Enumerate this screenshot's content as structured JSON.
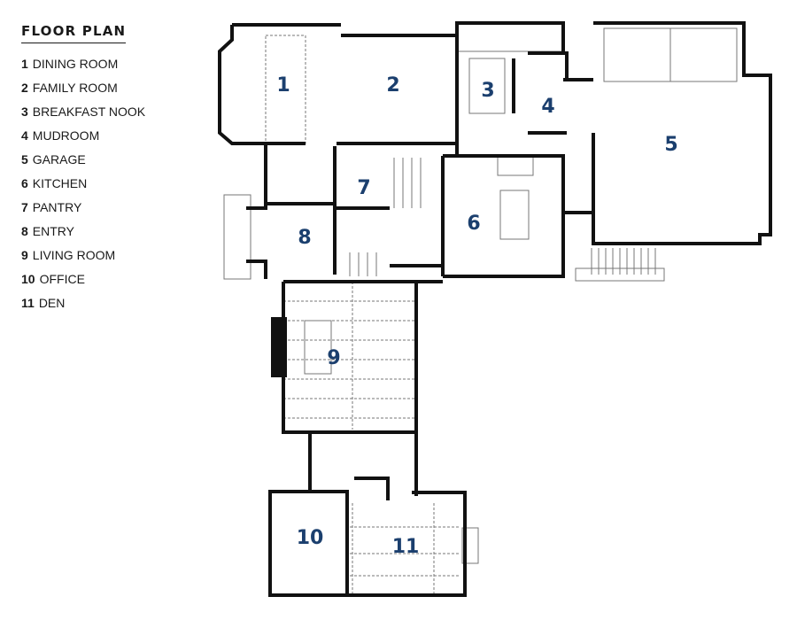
{
  "legend": {
    "title": "FLOOR PLAN",
    "items": [
      {
        "num": "1",
        "name": "DINING ROOM"
      },
      {
        "num": "2",
        "name": "FAMILY ROOM"
      },
      {
        "num": "3",
        "name": "BREAKFAST NOOK"
      },
      {
        "num": "4",
        "name": "MUDROOM"
      },
      {
        "num": "5",
        "name": "GARAGE"
      },
      {
        "num": "6",
        "name": "KITCHEN"
      },
      {
        "num": "7",
        "name": "PANTRY"
      },
      {
        "num": "8",
        "name": "ENTRY"
      },
      {
        "num": "9",
        "name": "LIVING ROOM"
      },
      {
        "num": "10",
        "name": "OFFICE"
      },
      {
        "num": "11",
        "name": "DEN"
      }
    ]
  },
  "plan": {
    "room_labels": [
      "1",
      "2",
      "3",
      "4",
      "5",
      "6",
      "7",
      "8",
      "9",
      "10",
      "11"
    ],
    "colors": {
      "label": "#1b3f6e",
      "wall": "#111111",
      "line": "#777777"
    }
  }
}
